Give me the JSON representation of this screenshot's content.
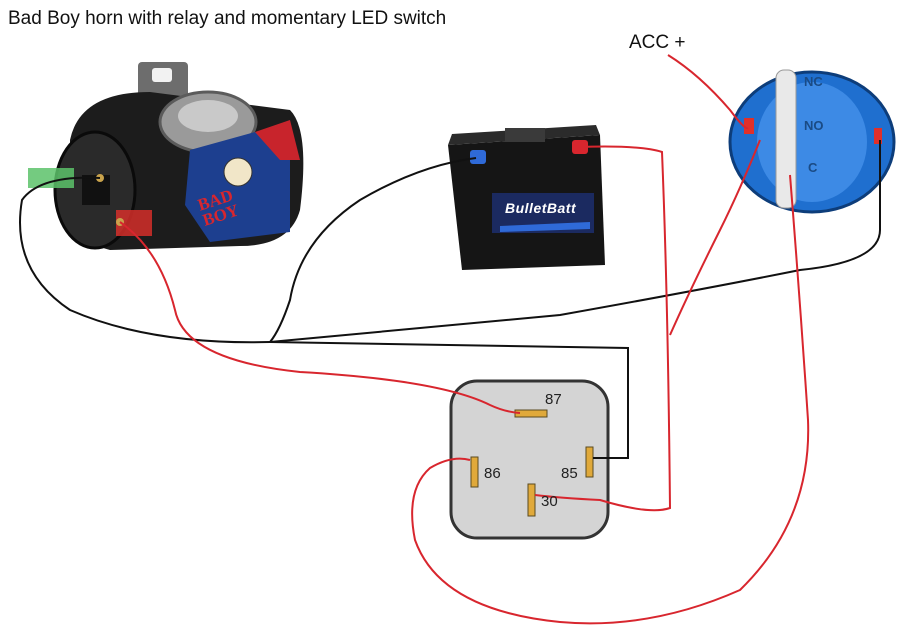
{
  "title": "Bad Boy horn with relay and momentary LED switch",
  "acc_label": "ACC +",
  "relay": {
    "pins": {
      "p87": "87",
      "p86": "86",
      "p85": "85",
      "p30": "30"
    }
  },
  "battery": {
    "brand": "BulletBatt"
  },
  "horn": {
    "badge_line1": "BAD",
    "badge_line2": "BOY"
  },
  "switch": {
    "labels": [
      "NC",
      "NO",
      "C"
    ]
  },
  "colors": {
    "wire_red": "#d8262e",
    "wire_black": "#111111",
    "relay_body": "#d4d4d4",
    "switch_blue": "#1f6fcf"
  }
}
